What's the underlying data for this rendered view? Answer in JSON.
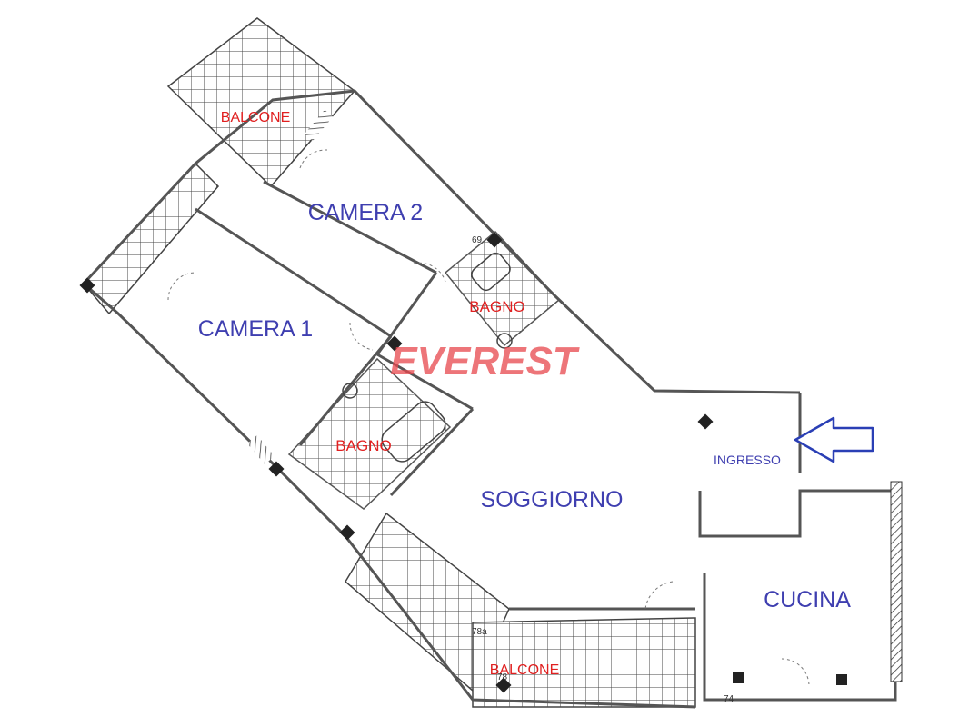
{
  "rooms": {
    "camera1": "CAMERA 1",
    "camera2": "CAMERA 2",
    "soggiorno": "SOGGIORNO",
    "cucina": "CUCINA",
    "bagno_upper": "BAGNO",
    "bagno_lower": "BAGNO",
    "balcone_top": "BALCONE",
    "balcone_bottom": "BALCONE",
    "ingresso": "INGRESSO"
  },
  "watermark": "EVEREST",
  "dimension_marks": {
    "m69": "69",
    "m78a": "78a",
    "m78": "78",
    "m74": "74"
  },
  "colors": {
    "room_label": "#3f3fb0",
    "aux_label": "#e02020",
    "watermark": "#e8474d",
    "wall": "#555555",
    "arrow": "#2a3fb5"
  },
  "icons": {
    "entrance_arrow": "arrow-left-icon"
  }
}
